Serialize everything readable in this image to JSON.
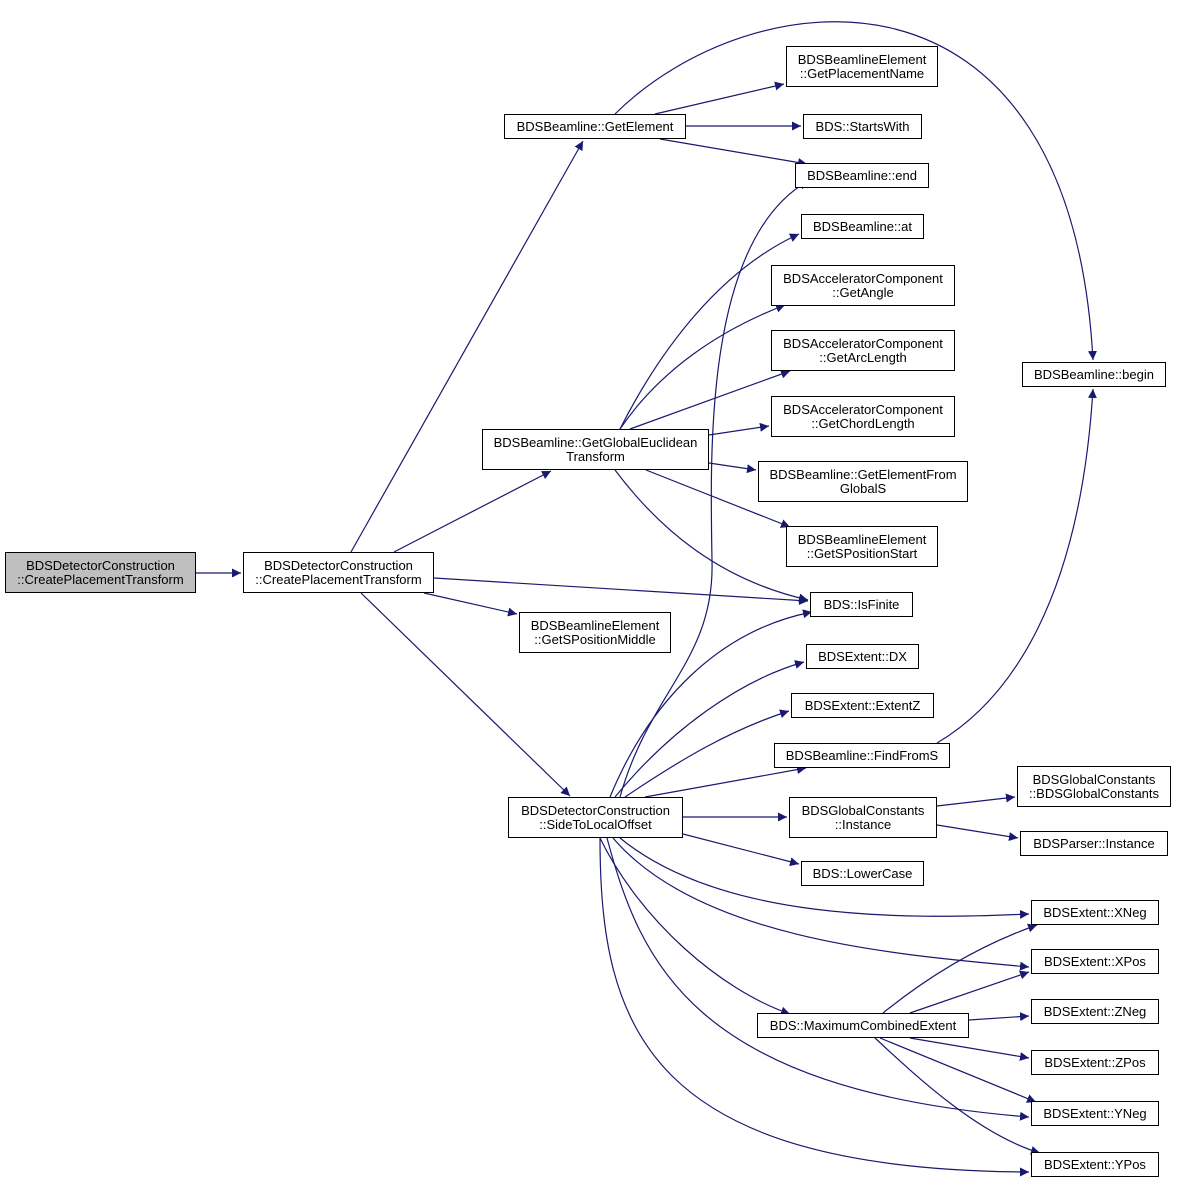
{
  "graph": {
    "edge_color": "#191970",
    "root_fill": "#bfbfbf",
    "nodes": [
      {
        "id": "root",
        "label": "BDSDetectorConstruction\n::CreatePlacementTransform"
      },
      {
        "id": "cpt",
        "label": "BDSDetectorConstruction\n::CreatePlacementTransform"
      },
      {
        "id": "getElement",
        "label": "BDSBeamline::GetElement"
      },
      {
        "id": "placementName",
        "label": "BDSBeamlineElement\n::GetPlacementName"
      },
      {
        "id": "startsWith",
        "label": "BDS::StartsWith"
      },
      {
        "id": "end",
        "label": "BDSBeamline::end"
      },
      {
        "id": "at",
        "label": "BDSBeamline::at"
      },
      {
        "id": "getAngle",
        "label": "BDSAcceleratorComponent\n::GetAngle"
      },
      {
        "id": "getArcLength",
        "label": "BDSAcceleratorComponent\n::GetArcLength"
      },
      {
        "id": "getChordLength",
        "label": "BDSAcceleratorComponent\n::GetChordLength"
      },
      {
        "id": "getElementFromGlobalS",
        "label": "BDSBeamline::GetElementFrom\nGlobalS"
      },
      {
        "id": "getSPositionStart",
        "label": "BDSBeamlineElement\n::GetSPositionStart"
      },
      {
        "id": "isFinite",
        "label": "BDS::IsFinite"
      },
      {
        "id": "begin",
        "label": "BDSBeamline::begin"
      },
      {
        "id": "globalEuclidean",
        "label": "BDSBeamline::GetGlobalEuclidean\nTransform"
      },
      {
        "id": "sPositionMiddle",
        "label": "BDSBeamlineElement\n::GetSPositionMiddle"
      },
      {
        "id": "dx",
        "label": "BDSExtent::DX"
      },
      {
        "id": "extentZ",
        "label": "BDSExtent::ExtentZ"
      },
      {
        "id": "findFromS",
        "label": "BDSBeamline::FindFromS"
      },
      {
        "id": "sideToLocal",
        "label": "BDSDetectorConstruction\n::SideToLocalOffset"
      },
      {
        "id": "gcInstance",
        "label": "BDSGlobalConstants\n::Instance"
      },
      {
        "id": "gcCtor",
        "label": "BDSGlobalConstants\n::BDSGlobalConstants"
      },
      {
        "id": "parserInstance",
        "label": "BDSParser::Instance"
      },
      {
        "id": "lowerCase",
        "label": "BDS::LowerCase"
      },
      {
        "id": "xneg",
        "label": "BDSExtent::XNeg"
      },
      {
        "id": "xpos",
        "label": "BDSExtent::XPos"
      },
      {
        "id": "maxCombined",
        "label": "BDS::MaximumCombinedExtent"
      },
      {
        "id": "zneg",
        "label": "BDSExtent::ZNeg"
      },
      {
        "id": "zpos",
        "label": "BDSExtent::ZPos"
      },
      {
        "id": "yneg",
        "label": "BDSExtent::YNeg"
      },
      {
        "id": "ypos",
        "label": "BDSExtent::YPos"
      }
    ],
    "edges": [
      [
        "root",
        "cpt"
      ],
      [
        "cpt",
        "getElement"
      ],
      [
        "cpt",
        "globalEuclidean"
      ],
      [
        "cpt",
        "isFinite"
      ],
      [
        "cpt",
        "sPositionMiddle"
      ],
      [
        "cpt",
        "sideToLocal"
      ],
      [
        "getElement",
        "placementName"
      ],
      [
        "getElement",
        "startsWith"
      ],
      [
        "getElement",
        "end"
      ],
      [
        "getElement",
        "begin"
      ],
      [
        "globalEuclidean",
        "at"
      ],
      [
        "globalEuclidean",
        "getAngle"
      ],
      [
        "globalEuclidean",
        "getArcLength"
      ],
      [
        "globalEuclidean",
        "getChordLength"
      ],
      [
        "globalEuclidean",
        "getElementFromGlobalS"
      ],
      [
        "globalEuclidean",
        "getSPositionStart"
      ],
      [
        "globalEuclidean",
        "isFinite"
      ],
      [
        "sideToLocal",
        "end"
      ],
      [
        "sideToLocal",
        "isFinite"
      ],
      [
        "sideToLocal",
        "dx"
      ],
      [
        "sideToLocal",
        "extentZ"
      ],
      [
        "sideToLocal",
        "findFromS"
      ],
      [
        "sideToLocal",
        "gcInstance"
      ],
      [
        "sideToLocal",
        "lowerCase"
      ],
      [
        "sideToLocal",
        "xneg"
      ],
      [
        "sideToLocal",
        "xpos"
      ],
      [
        "sideToLocal",
        "maxCombined"
      ],
      [
        "sideToLocal",
        "yneg"
      ],
      [
        "sideToLocal",
        "ypos"
      ],
      [
        "findFromS",
        "begin"
      ],
      [
        "gcInstance",
        "gcCtor"
      ],
      [
        "gcInstance",
        "parserInstance"
      ],
      [
        "maxCombined",
        "xneg"
      ],
      [
        "maxCombined",
        "xpos"
      ],
      [
        "maxCombined",
        "zneg"
      ],
      [
        "maxCombined",
        "zpos"
      ],
      [
        "maxCombined",
        "yneg"
      ],
      [
        "maxCombined",
        "ypos"
      ]
    ]
  }
}
